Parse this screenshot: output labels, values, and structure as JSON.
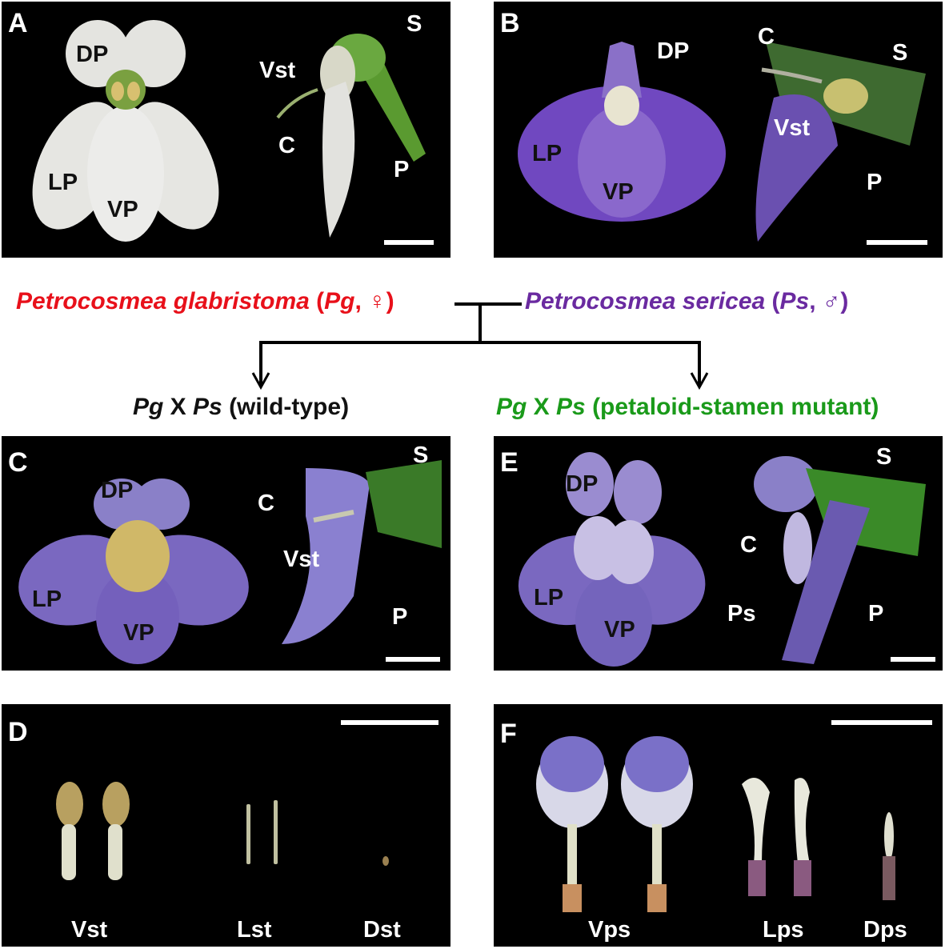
{
  "colors": {
    "female_parent": "#e8101a",
    "male_parent": "#6a2aa0",
    "mutant": "#1a9a1a",
    "wildtype": "#111111",
    "panel_bg": "#000000"
  },
  "panels": {
    "A": {
      "letter": "A",
      "labels": {
        "DP": "DP",
        "LP": "LP",
        "VP": "VP",
        "S": "S",
        "Vst": "Vst",
        "C": "C",
        "P": "P"
      }
    },
    "B": {
      "letter": "B",
      "labels": {
        "DP": "DP",
        "LP": "LP",
        "VP": "VP",
        "C": "C",
        "S": "S",
        "Vst": "Vst",
        "P": "P"
      }
    },
    "C": {
      "letter": "C",
      "labels": {
        "DP": "DP",
        "LP": "LP",
        "VP": "VP",
        "S": "S",
        "C": "C",
        "Vst": "Vst",
        "P": "P"
      }
    },
    "E": {
      "letter": "E",
      "labels": {
        "DP": "DP",
        "LP": "LP",
        "VP": "VP",
        "S": "S",
        "C": "C",
        "Ps": "Ps",
        "P": "P"
      }
    },
    "D": {
      "letter": "D",
      "labels": {
        "Vst": "Vst",
        "Lst": "Lst",
        "Dst": "Dst"
      }
    },
    "F": {
      "letter": "F",
      "labels": {
        "Vps": "Vps",
        "Lps": "Lps",
        "Dps": "Dps"
      }
    }
  },
  "cross": {
    "female": {
      "genus": "Petrocosmea glabristoma",
      "open": " (",
      "abbr": "Pg",
      "sep": ", ",
      "symbol": "♀",
      "close": ")"
    },
    "male": {
      "genus": "Petrocosmea sericea",
      "open": " (",
      "abbr": "Ps",
      "sep": ", ",
      "symbol": "♂",
      "close": ")"
    },
    "wildtype": {
      "a": "Pg",
      "x": " X ",
      "b": "Ps",
      "desc": " (wild-type)"
    },
    "mutant": {
      "a": "Pg",
      "x": " X ",
      "b": "Ps",
      "desc": " (petaloid-stamen mutant)"
    }
  }
}
